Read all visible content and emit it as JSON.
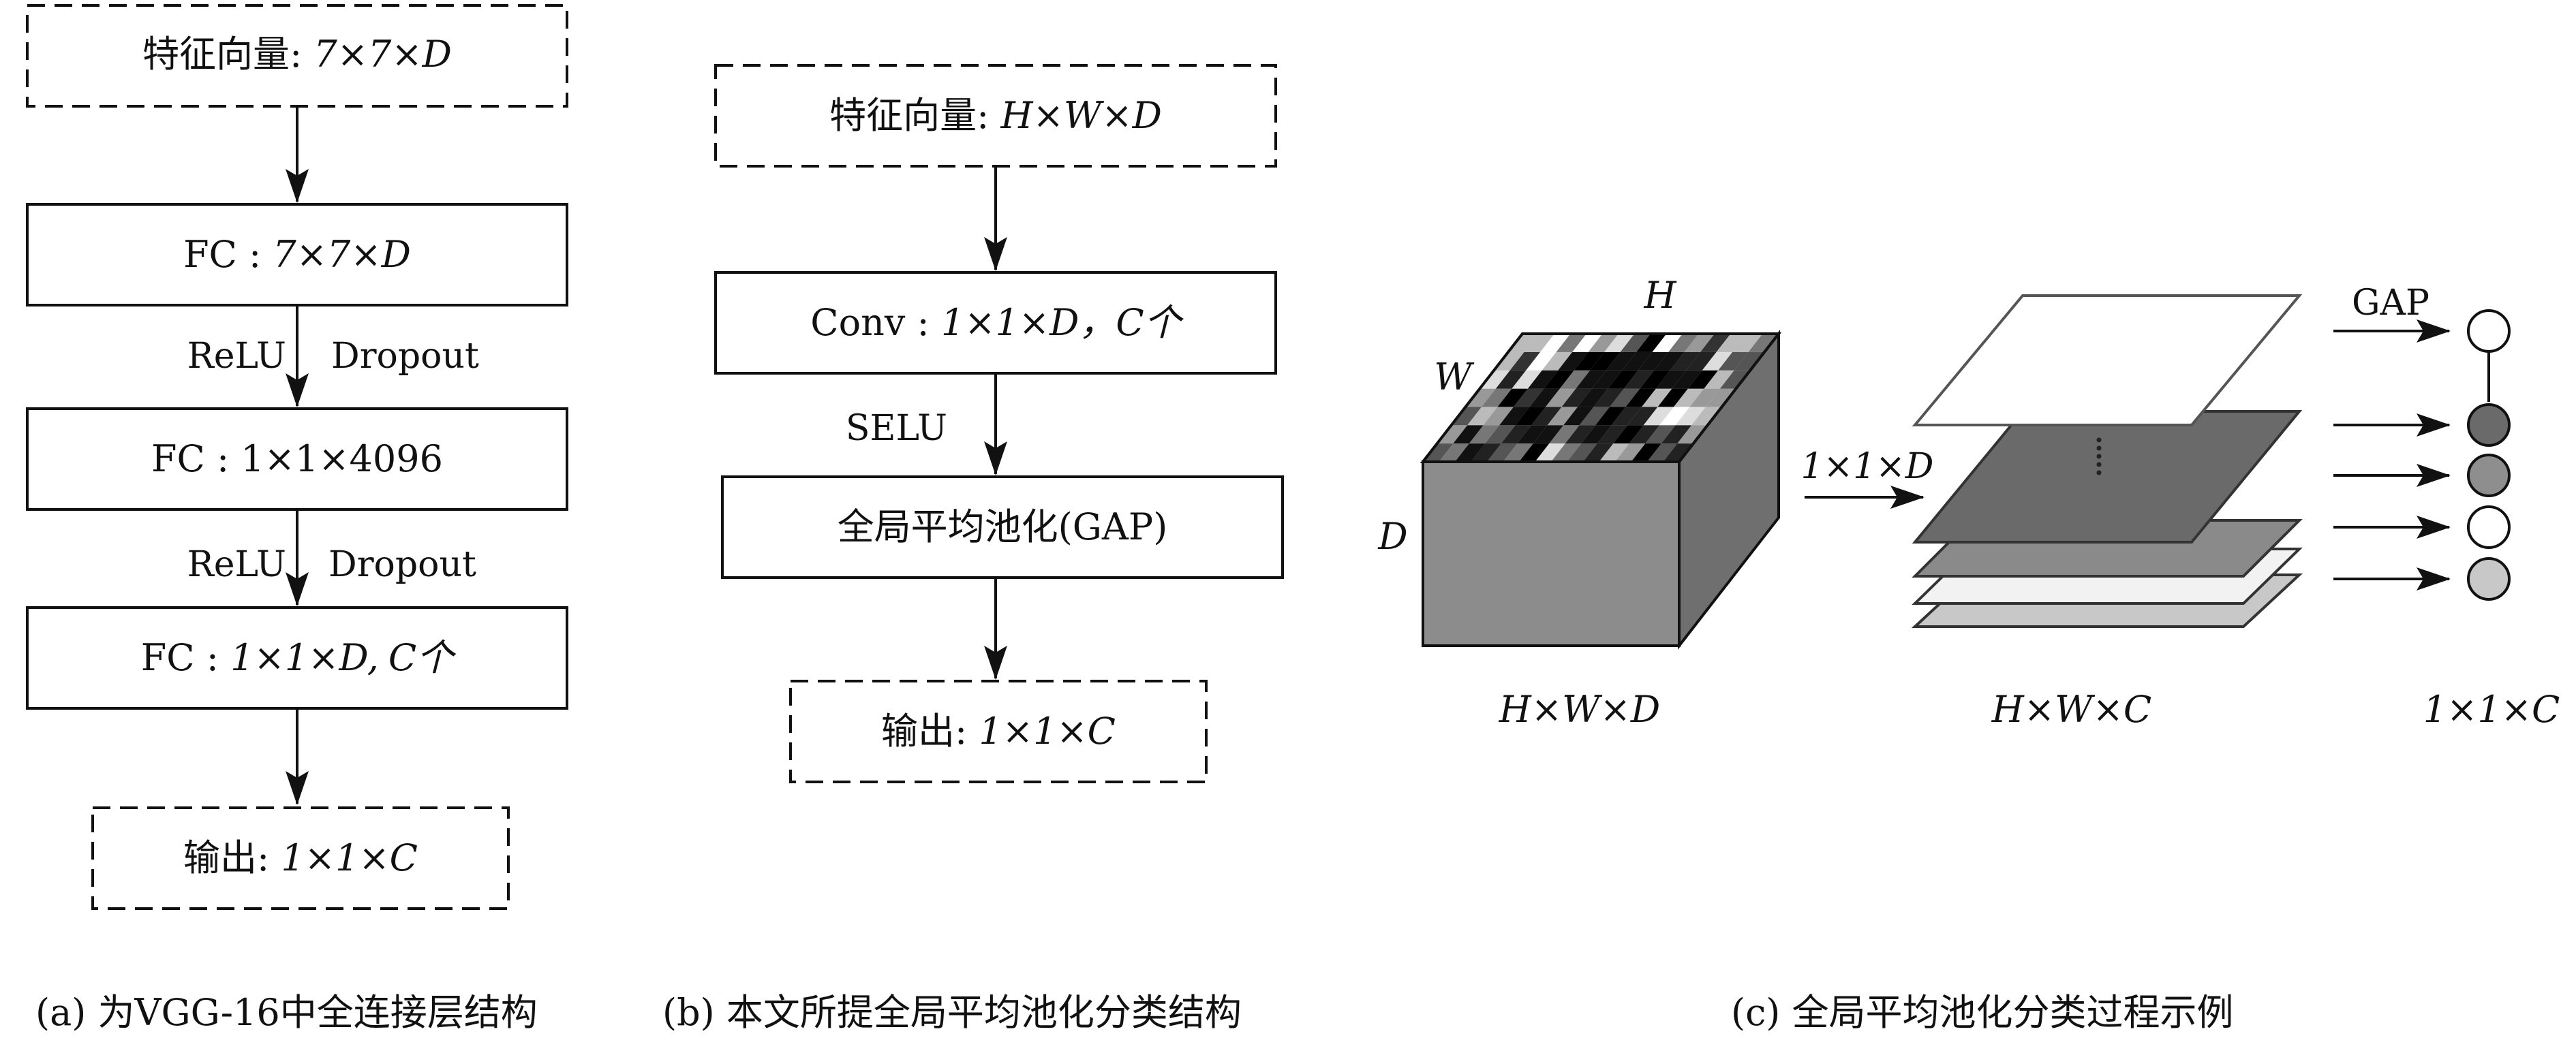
{
  "panel_a": {
    "input": {
      "prefix": "特征向量: ",
      "dims": "7×7×D"
    },
    "fc1": {
      "prefix": "FC : ",
      "dims": "7×7×D"
    },
    "act1": {
      "relu": "ReLU",
      "dropout": "Dropout"
    },
    "fc2": {
      "prefix": "FC : ",
      "dims": "1×1×4096"
    },
    "act2": {
      "relu": "ReLU",
      "dropout": "Dropout"
    },
    "fc3": {
      "prefix": "FC : ",
      "dims": "1×1×D,",
      "count": "C个"
    },
    "output": {
      "prefix": "输出: ",
      "dims": "1×1×C"
    },
    "caption": "(a) 为VGG-16中全连接层结构"
  },
  "panel_b": {
    "input": {
      "prefix": "特征向量: ",
      "dims": "H×W×D"
    },
    "conv": {
      "prefix": "Conv : ",
      "dims": "1×1×D，",
      "count": "C个"
    },
    "act": "SELU",
    "gap": "全局平均池化(GAP)",
    "output": {
      "prefix": "输出: ",
      "dims": "1×1×C"
    },
    "caption": "(b) 本文所提全局平均池化分类结构"
  },
  "panel_c": {
    "cube_labels": {
      "h": "H",
      "w": "W",
      "d": "D"
    },
    "cube_dims": "H×W×D",
    "kernel_label": "1×1×D",
    "maps_dims": "H×W×C",
    "gap_label": "GAP",
    "output_dims": "1×1×C",
    "caption": "(c) 全局平均池化分类过程示例",
    "colors": {
      "cube_front": "#8c8c8c",
      "cube_side": "#6f6f6f",
      "map_top": "#ffffff",
      "map_dark": "#6a6a6a",
      "map_mid": "#8a8a8a",
      "map_light": "#f2f2f2",
      "map_gray": "#c8c8c8",
      "node_dark": "#6a6a6a",
      "node_mid": "#8e8e8e",
      "node_white": "#ffffff",
      "node_light": "#c8c8c8"
    }
  }
}
